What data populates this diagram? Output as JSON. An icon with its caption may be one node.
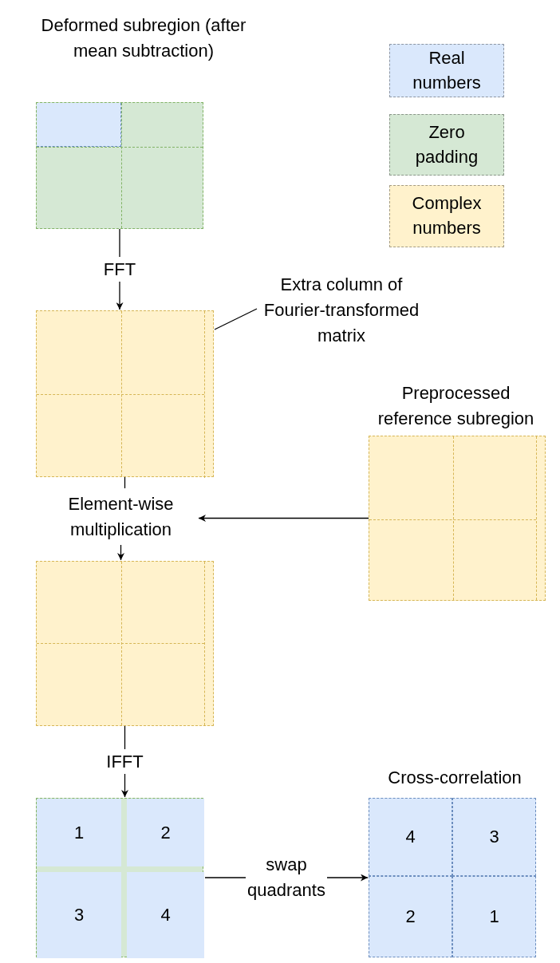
{
  "diagram": {
    "nodes": [
      {
        "text": [
          "Deformed subregion (after mean subtraction)"
        ]
      },
      {
        "text": [],
        "shape": "box"
      },
      {
        "text": [],
        "shape": "bar",
        "in": 1
      },
      {
        "text": [
          "Extra column of Fourier-transformed matrix"
        ]
      },
      {
        "text": [
          "Preprocessed reference subregion"
        ]
      },
      {
        "text": [
          "Element-wise multiplication"
        ]
      },
      {
        "text": [],
        "shape": "box"
      },
      {
        "text": [],
        "shape": "box"
      },
      {
        "text": [
          "1"
        ],
        "in": 7
      },
      {
        "text": [
          "2"
        ],
        "in": 7
      },
      {
        "text": [
          "3"
        ],
        "in": 7
      },
      {
        "text": [
          "4"
        ],
        "in": 7
      },
      {
        "text": [
          "Cross-correlation"
        ]
      },
      {
        "text": [
          "4"
        ],
        "in": 12
      },
      {
        "text": [
          "3"
        ],
        "in": 12
      },
      {
        "text": [
          "2"
        ],
        "in": 12
      },
      {
        "text": [
          "1"
        ],
        "in": 12
      }
    ],
    "edges": [
      {
        "from": 0,
        "to": 1,
        "arrow": "to",
        "label": "FFT"
      },
      {
        "from": 3,
        "to": 2,
        "arrow": "none"
      },
      {
        "from": 1,
        "to": 5,
        "arrow": "none"
      },
      {
        "from": 5,
        "to": 6,
        "arrow": "to"
      },
      {
        "from": 4,
        "to": 5,
        "arrow": "to"
      },
      {
        "from": 6,
        "to": 7,
        "arrow": "to",
        "label": "IFFT"
      },
      {
        "from": 7,
        "to": 12,
        "arrow": "to",
        "label": "swap quadrants"
      }
    ],
    "legend": [
      {
        "text": "Real numbers",
        "color": "#dae8fc"
      },
      {
        "text": "Zero padding",
        "color": "#d5e8d4"
      },
      {
        "text": "Complex numbers",
        "color": "#fff2cc"
      }
    ]
  }
}
